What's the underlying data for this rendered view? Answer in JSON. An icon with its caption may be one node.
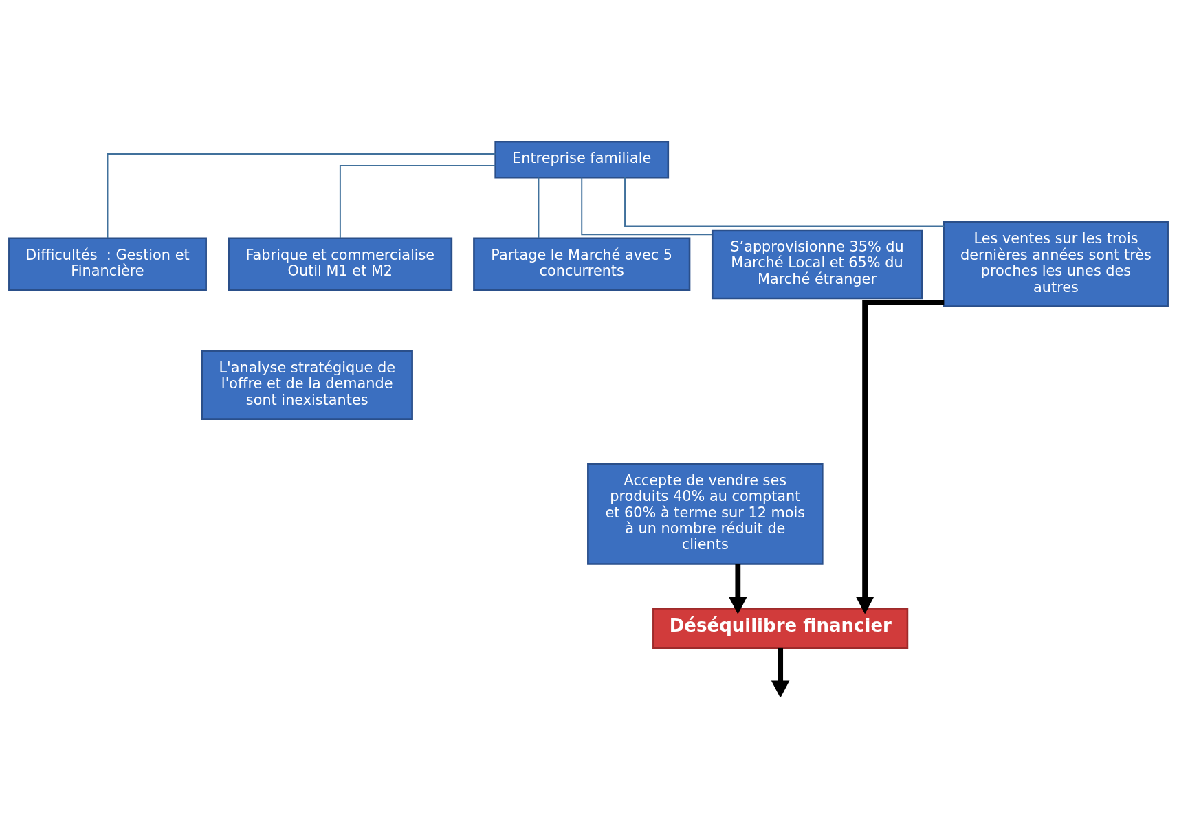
{
  "diagram": {
    "nodes": [
      {
        "text": [
          "Entreprise familiale"
        ]
      },
      {
        "text": [
          "Difficultés  : Gestion et Financière"
        ]
      },
      {
        "text": [
          "L'analyse stratégique de l'offre et de la demande sont inexistantes"
        ]
      },
      {
        "text": [
          "Accepte de vendre ses produits 40% au comptant et 60% à terme sur 12 mois à un nombre réduit de clients"
        ]
      },
      {
        "text": [
          "Fabrique et commercialise Outil M1 et M2"
        ]
      },
      {
        "text": [
          "Partage le Marché avec 5 concurrents"
        ]
      },
      {
        "text": [
          "S’approvisionne 35% du Marché Local et 65% du Marché étranger"
        ]
      },
      {
        "text": [
          "Les ventes sur les trois dernières années sont très proches les unes des autres"
        ]
      },
      {
        "text": [
          "Déséquilibre financier"
        ]
      }
    ],
    "edges": [
      {
        "from": 0,
        "to": 1,
        "arrow": "none"
      },
      {
        "from": 0,
        "to": 4,
        "arrow": "none"
      },
      {
        "from": 0,
        "to": 5,
        "arrow": "none"
      },
      {
        "from": 0,
        "to": 6,
        "arrow": "none"
      },
      {
        "from": 0,
        "to": 7,
        "arrow": "none"
      },
      {
        "from": 3,
        "to": 8,
        "arrow": "to",
        "style": "thick",
        "color": "#000000"
      },
      {
        "from": 7,
        "to": 8,
        "arrow": "to",
        "style": "thick",
        "color": "#000000"
      },
      {
        "from": 8,
        "to": null,
        "arrow": "to",
        "style": "thick",
        "color": "#000000"
      }
    ]
  }
}
